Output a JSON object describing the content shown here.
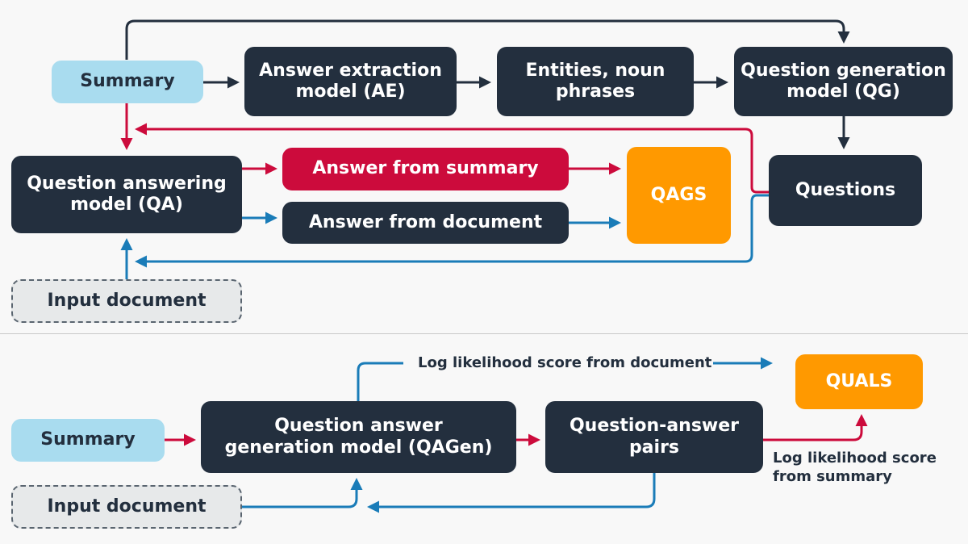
{
  "colors": {
    "dark": "#232f3e",
    "red": "#cc0b3c",
    "blue": "#1a7cb8",
    "light_blue": "#a9dcef",
    "orange": "#ff9900"
  },
  "top": {
    "summary": "Summary",
    "answer_extraction": "Answer extraction\nmodel (AE)",
    "entities": "Entities, noun\nphrases",
    "question_generation": "Question generation\nmodel (QG)",
    "question_answering": "Question answering\nmodel (QA)",
    "answer_from_summary": "Answer from summary",
    "answer_from_document": "Answer from document",
    "qags": "QAGS",
    "questions": "Questions",
    "input_document": "Input document"
  },
  "bottom": {
    "summary": "Summary",
    "input_document": "Input document",
    "qagen": "Question answer\ngeneration model (QAGen)",
    "qa_pairs": "Question-answer\npairs",
    "quals": "QUALS",
    "ll_document": "Log likelihood score from document",
    "ll_summary": "Log likelihood score\nfrom summary"
  }
}
